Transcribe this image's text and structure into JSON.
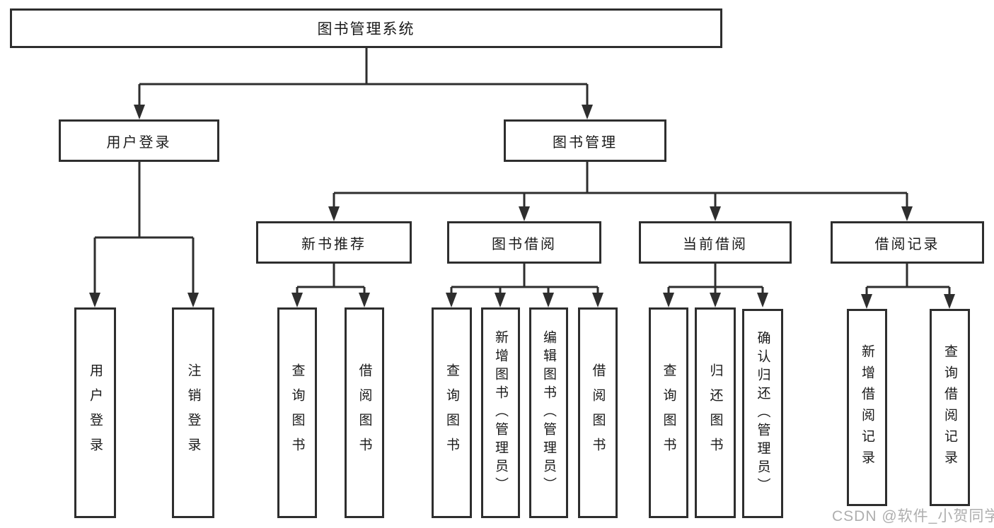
{
  "colors": {
    "line": "#2e2e2e",
    "text": "#1a1a1a",
    "watermark": "#a6a6a6",
    "background": "#ffffff"
  },
  "watermark": {
    "text": "CSDN @软件_小贺同学"
  },
  "tree": {
    "label": "图书管理系统",
    "children": [
      {
        "label": "用户登录",
        "children": [
          {
            "label": "用户登录"
          },
          {
            "label": "注销登录"
          }
        ]
      },
      {
        "label": "图书管理",
        "children": [
          {
            "label": "新书推荐",
            "children": [
              {
                "label": "查询图书"
              },
              {
                "label": "借阅图书"
              }
            ]
          },
          {
            "label": "图书借阅",
            "children": [
              {
                "label": "查询图书"
              },
              {
                "label": "新增图书（管理员）"
              },
              {
                "label": "编辑图书（管理员）"
              },
              {
                "label": "借阅图书"
              }
            ]
          },
          {
            "label": "当前借阅",
            "children": [
              {
                "label": "查询图书"
              },
              {
                "label": "归还图书"
              },
              {
                "label": "确认归还（管理员）"
              }
            ]
          },
          {
            "label": "借阅记录",
            "children": [
              {
                "label": "新增借阅记录"
              },
              {
                "label": "查询借阅记录"
              }
            ]
          }
        ]
      }
    ]
  }
}
